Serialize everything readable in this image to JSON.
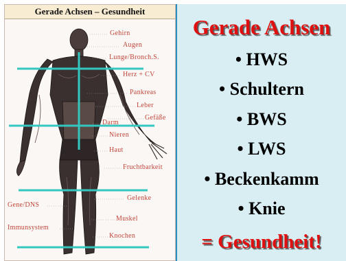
{
  "header": {
    "title": "Gerade Achsen – Gesundheit"
  },
  "organ_labels": [
    "Gehirn",
    "Augen",
    "Lunge/Bronch.S.",
    "Herz + CV",
    "Pankreas",
    "Leber",
    "Gefäße",
    "Darm",
    "Nieren",
    "Haut",
    "Fruchtbarkeit",
    "Gelenke",
    "Gene/DNS",
    "Muskel",
    "Immunsystem",
    "Knochen"
  ],
  "right": {
    "title": "Gerade Achsen",
    "bullets": [
      "• HWS",
      "• Schultern",
      "• BWS",
      "• LWS",
      "• Beckenkamm",
      "• Knie"
    ],
    "result": "= Gesundheit!"
  },
  "colors": {
    "title_red": "#e01010",
    "axis_line": "#33c7c0",
    "right_bg": "#d9eef2",
    "organ_label": "#c0453a"
  }
}
